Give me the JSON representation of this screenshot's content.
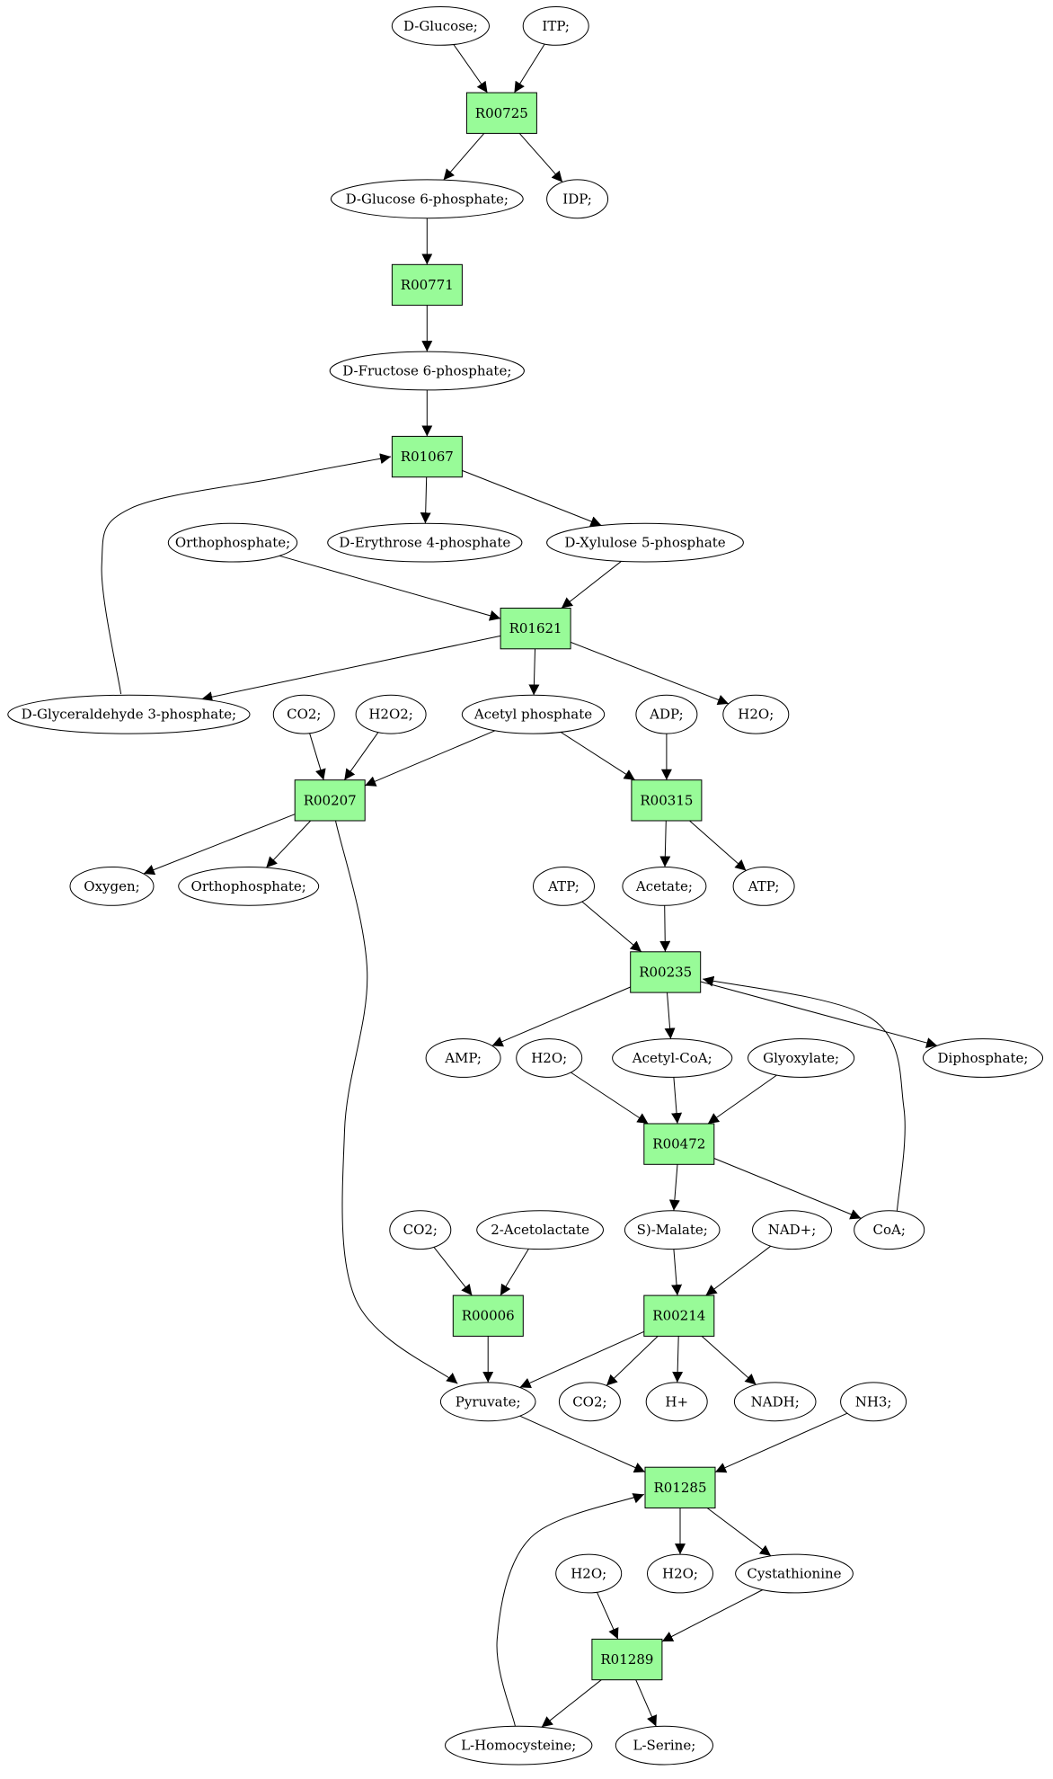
{
  "colors": {
    "reaction_fill": "#98fb98",
    "metabolite_fill": "#ffffff",
    "source_fill": "#00ee00",
    "target_fill": "#ffff00",
    "stroke": "#000000"
  },
  "nodes": [
    {
      "id": "m_glucose",
      "label": "D-Glucose;",
      "shape": "ellipse",
      "role": "source"
    },
    {
      "id": "m_itp",
      "label": "ITP;",
      "shape": "ellipse"
    },
    {
      "id": "r00725",
      "label": "R00725",
      "shape": "rect"
    },
    {
      "id": "m_g6p",
      "label": "D-Glucose 6-phosphate;",
      "shape": "ellipse"
    },
    {
      "id": "m_idp",
      "label": "IDP;",
      "shape": "ellipse"
    },
    {
      "id": "r00771",
      "label": "R00771",
      "shape": "rect"
    },
    {
      "id": "m_f6p",
      "label": "D-Fructose 6-phosphate;",
      "shape": "ellipse"
    },
    {
      "id": "r01067",
      "label": "R01067",
      "shape": "rect"
    },
    {
      "id": "m_orthophosphate1",
      "label": "Orthophosphate;",
      "shape": "ellipse"
    },
    {
      "id": "m_e4p",
      "label": "D-Erythrose 4-phosphate",
      "shape": "ellipse"
    },
    {
      "id": "m_x5p",
      "label": "D-Xylulose 5-phosphate",
      "shape": "ellipse"
    },
    {
      "id": "r01621",
      "label": "R01621",
      "shape": "rect"
    },
    {
      "id": "m_g3p",
      "label": "D-Glyceraldehyde 3-phosphate;",
      "shape": "ellipse"
    },
    {
      "id": "m_co2_1",
      "label": "CO2;",
      "shape": "ellipse"
    },
    {
      "id": "m_h2o2",
      "label": "H2O2;",
      "shape": "ellipse"
    },
    {
      "id": "m_acetylp",
      "label": "Acetyl phosphate",
      "shape": "ellipse"
    },
    {
      "id": "m_adp",
      "label": "ADP;",
      "shape": "ellipse"
    },
    {
      "id": "m_h2o_1",
      "label": "H2O;",
      "shape": "ellipse"
    },
    {
      "id": "r00207",
      "label": "R00207",
      "shape": "rect"
    },
    {
      "id": "r00315",
      "label": "R00315",
      "shape": "rect"
    },
    {
      "id": "m_oxygen",
      "label": "Oxygen;",
      "shape": "ellipse"
    },
    {
      "id": "m_orthophosphate2",
      "label": "Orthophosphate;",
      "shape": "ellipse"
    },
    {
      "id": "m_atp1",
      "label": "ATP;",
      "shape": "ellipse"
    },
    {
      "id": "m_acetate",
      "label": "Acetate;",
      "shape": "ellipse"
    },
    {
      "id": "m_atp2",
      "label": "ATP;",
      "shape": "ellipse"
    },
    {
      "id": "r00235",
      "label": "R00235",
      "shape": "rect"
    },
    {
      "id": "m_amp",
      "label": "AMP;",
      "shape": "ellipse"
    },
    {
      "id": "m_h2o_2",
      "label": "H2O;",
      "shape": "ellipse"
    },
    {
      "id": "m_acetylcoa",
      "label": "Acetyl-CoA;",
      "shape": "ellipse"
    },
    {
      "id": "m_glyoxylate",
      "label": "Glyoxylate;",
      "shape": "ellipse"
    },
    {
      "id": "m_diphosphate",
      "label": "Diphosphate;",
      "shape": "ellipse"
    },
    {
      "id": "r00472",
      "label": "R00472",
      "shape": "rect"
    },
    {
      "id": "m_co2_2",
      "label": "CO2;",
      "shape": "ellipse"
    },
    {
      "id": "m_acetolactate",
      "label": "2-Acetolactate",
      "shape": "ellipse"
    },
    {
      "id": "m_malate",
      "label": "S)-Malate;",
      "shape": "ellipse"
    },
    {
      "id": "m_nadplus",
      "label": "NAD+;",
      "shape": "ellipse"
    },
    {
      "id": "m_coa",
      "label": "CoA;",
      "shape": "ellipse"
    },
    {
      "id": "r00006",
      "label": "R00006",
      "shape": "rect"
    },
    {
      "id": "r00214",
      "label": "R00214",
      "shape": "rect"
    },
    {
      "id": "m_pyruvate",
      "label": "Pyruvate;",
      "shape": "ellipse"
    },
    {
      "id": "m_co2_3",
      "label": "CO2;",
      "shape": "ellipse"
    },
    {
      "id": "m_hplus",
      "label": "H+",
      "shape": "ellipse"
    },
    {
      "id": "m_nadh",
      "label": "NADH;",
      "shape": "ellipse"
    },
    {
      "id": "m_nh3",
      "label": "NH3;",
      "shape": "ellipse"
    },
    {
      "id": "r01285",
      "label": "R01285",
      "shape": "rect"
    },
    {
      "id": "m_h2o_3",
      "label": "H2O;",
      "shape": "ellipse"
    },
    {
      "id": "m_h2o_4",
      "label": "H2O;",
      "shape": "ellipse"
    },
    {
      "id": "m_cystathionine",
      "label": "Cystathionine",
      "shape": "ellipse"
    },
    {
      "id": "r01289",
      "label": "R01289",
      "shape": "rect"
    },
    {
      "id": "m_homocysteine",
      "label": "L-Homocysteine;",
      "shape": "ellipse"
    },
    {
      "id": "m_serine",
      "label": "L-Serine;",
      "shape": "ellipse",
      "role": "target"
    }
  ],
  "edges": [
    [
      "m_glucose",
      "r00725"
    ],
    [
      "m_itp",
      "r00725"
    ],
    [
      "r00725",
      "m_g6p"
    ],
    [
      "r00725",
      "m_idp"
    ],
    [
      "m_g6p",
      "r00771"
    ],
    [
      "r00771",
      "m_f6p"
    ],
    [
      "m_f6p",
      "r01067"
    ],
    [
      "m_g3p",
      "r01067"
    ],
    [
      "r01067",
      "m_e4p"
    ],
    [
      "r01067",
      "m_x5p"
    ],
    [
      "m_orthophosphate1",
      "r01621"
    ],
    [
      "m_x5p",
      "r01621"
    ],
    [
      "r01621",
      "m_g3p"
    ],
    [
      "r01621",
      "m_acetylp"
    ],
    [
      "r01621",
      "m_h2o_1"
    ],
    [
      "m_co2_1",
      "r00207"
    ],
    [
      "m_h2o2",
      "r00207"
    ],
    [
      "m_acetylp",
      "r00207"
    ],
    [
      "m_acetylp",
      "r00315"
    ],
    [
      "m_adp",
      "r00315"
    ],
    [
      "r00207",
      "m_oxygen"
    ],
    [
      "r00207",
      "m_orthophosphate2"
    ],
    [
      "r00207",
      "m_pyruvate"
    ],
    [
      "r00315",
      "m_acetate"
    ],
    [
      "r00315",
      "m_atp2"
    ],
    [
      "m_atp1",
      "r00235"
    ],
    [
      "m_acetate",
      "r00235"
    ],
    [
      "m_coa",
      "r00235"
    ],
    [
      "r00235",
      "m_amp"
    ],
    [
      "r00235",
      "m_acetylcoa"
    ],
    [
      "r00235",
      "m_diphosphate"
    ],
    [
      "m_h2o_2",
      "r00472"
    ],
    [
      "m_acetylcoa",
      "r00472"
    ],
    [
      "m_glyoxylate",
      "r00472"
    ],
    [
      "r00472",
      "m_malate"
    ],
    [
      "r00472",
      "m_coa"
    ],
    [
      "m_co2_2",
      "r00006"
    ],
    [
      "m_acetolactate",
      "r00006"
    ],
    [
      "m_malate",
      "r00214"
    ],
    [
      "m_nadplus",
      "r00214"
    ],
    [
      "r00006",
      "m_pyruvate"
    ],
    [
      "r00214",
      "m_pyruvate"
    ],
    [
      "r00214",
      "m_co2_3"
    ],
    [
      "r00214",
      "m_hplus"
    ],
    [
      "r00214",
      "m_nadh"
    ],
    [
      "m_pyruvate",
      "r01285"
    ],
    [
      "m_nh3",
      "r01285"
    ],
    [
      "m_homocysteine",
      "r01285"
    ],
    [
      "r01285",
      "m_h2o_4"
    ],
    [
      "r01285",
      "m_cystathionine"
    ],
    [
      "m_h2o_3",
      "r01289"
    ],
    [
      "m_cystathionine",
      "r01289"
    ],
    [
      "r01289",
      "m_homocysteine"
    ],
    [
      "r01289",
      "m_serine"
    ]
  ]
}
